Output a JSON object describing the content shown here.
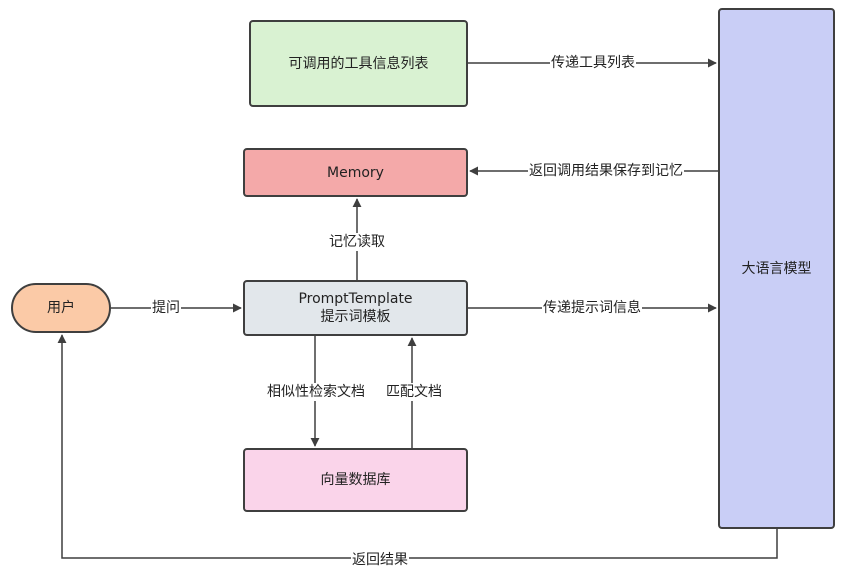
{
  "nodes": {
    "tools": "可调用的工具信息列表",
    "memory": "Memory",
    "prompt_line1": "PromptTemplate",
    "prompt_line2": "提示词模板",
    "vector_db": "向量数据库",
    "user": "用户",
    "llm": "大语言模型"
  },
  "edges": {
    "pass_tools": "传递工具列表",
    "return_to_memory": "返回调用结果保存到记忆",
    "memory_read": "记忆读取",
    "ask": "提问",
    "pass_prompt": "传递提示词信息",
    "similarity_search": "相似性检索文档",
    "match_docs": "匹配文档",
    "return_result": "返回结果"
  },
  "colors": {
    "tools": "#d9f2d2",
    "memory": "#f4a9a9",
    "prompt": "#e2e7eb",
    "vector_db": "#fad4ea",
    "user": "#fbcaa7",
    "llm": "#c9cef6",
    "line": "#3f3f3f"
  }
}
